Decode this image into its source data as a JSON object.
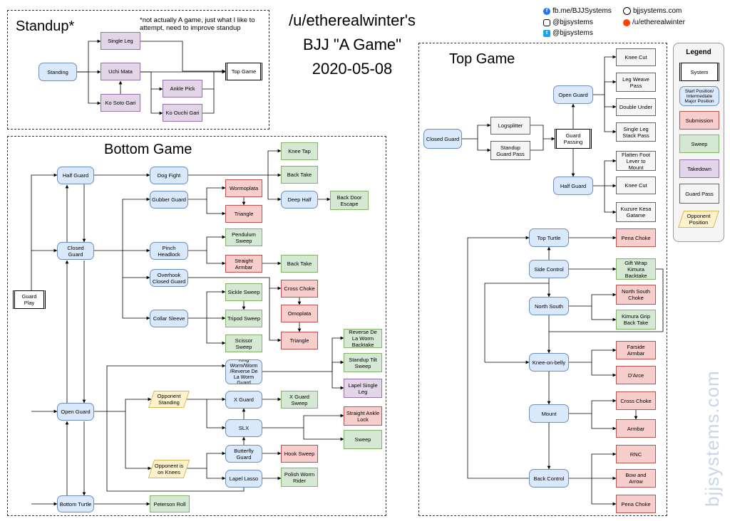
{
  "header": {
    "line1": "/u/etherealwinter's",
    "line2": "BJJ \"A Game\"",
    "line3": "2020-05-08"
  },
  "social": {
    "facebook": "fb.me/BJJSystems",
    "instagram": "@bjjsystems",
    "twitter": "@bjjsystems",
    "website": "bjjsystems.com",
    "reddit": "/u/etherealwinter"
  },
  "watermark": "bjjsystems.com",
  "sections": {
    "standup": "Standup*",
    "standup_note": "*not actually A game, just what I like to attempt, need to improve standup",
    "bottom": "Bottom Game",
    "top": "Top Game"
  },
  "legend": {
    "title": "Legend",
    "items": {
      "system": "System",
      "position": "Start Position/ Intermediate Major Position",
      "submission": "Submission",
      "sweep": "Sweep",
      "takedown": "Takedown",
      "guard_pass": "Guard Pass",
      "opponent": "Opponent Position"
    }
  },
  "nodes": {
    "standing": "Standing",
    "single_leg": "Single Leg",
    "uchi_mata": "Uchi Mata",
    "ko_soto_gari": "Ko Soto Gari",
    "ankle_pick": "Ankle Pick",
    "ko_ouchi_gari": "Ko Ouchi Gari",
    "top_game_sys": "Top Game",
    "guard_play": "Guard Play",
    "half_guard": "Half Guard",
    "closed_guard": "Closed Guard",
    "open_guard": "Open Guard",
    "bottom_turtle": "Bottom Turtle",
    "dog_fight": "Dog Fight",
    "knee_tap": "Knee Tap",
    "back_take": "Back Take",
    "deep_half": "Deep Half",
    "back_door_escape": "Back Door Escape",
    "gubber_guard": "Gubber Guard",
    "wormoplata": "Wormoplata",
    "triangle_1": "Triangle",
    "pinch_headlock": "Pinch Headlock",
    "pendulum_sweep": "Pendulum Sweep",
    "straight_armbar": "Straight Armbar",
    "back_take_2": "Back Take",
    "overhook_closed_guard": "Overhook Closed Guard",
    "cross_choke": "Cross Choke",
    "collar_sleeve": "Collar Sleeve",
    "sickle_sweep": "Sickle Sweep",
    "tripod_sweep": "Tripod Sweep",
    "scissor_sweep": "Scissor Sweep",
    "omoplata": "Omoplata",
    "triangle_2": "Triangle",
    "ring_worm": "Ring Worm/Worm /Reverse De La Worm Guard",
    "reverse_dlw_backtake": "Reverse De La Worm Backtake",
    "standup_tilt_sweep": "Standup Tilt Sweep",
    "lapel_single_leg": "Lapel Single Leg",
    "opponent_standing": "Opponent Standing",
    "x_guard": "X Guard",
    "x_guard_sweep": "X Guard Sweep",
    "slx": "SLX",
    "straight_ankle_lock": "Straight Ankle Lock",
    "sweep_slx": "Sweep",
    "opponent_knees": "Opponent is on Knees",
    "butterfly_guard": "Butterfly Guard",
    "hook_sweep": "Hook Sweep",
    "lapel_lasso": "Lapel Lasso",
    "polish_worm_rider": "Polish Worm Rider",
    "peterson_roll": "Peterson Roll",
    "closed_guard_top": "Closed Guard",
    "logsplitter": "Logsplitter",
    "standup_guard_pass": "Standup Guard Pass",
    "guard_passing": "Guard Passing",
    "open_guard_top": "Open Guard",
    "knee_cut_1": "Knee Cut",
    "leg_weave_pass": "Leg Weave Pass",
    "double_under": "Double Under",
    "single_leg_stack_pass": "Single Leg Stack Pass",
    "half_guard_top": "Half Guard",
    "flatten_foot": "Flatten Foot Lever to Mount",
    "knee_cut_2": "Knee Cut",
    "kuzure_kesa_gatame": "Kuzure Kesa Gatame",
    "top_turtle": "Top Turtle",
    "pena_choke_1": "Pena Choke",
    "side_control": "Side Control",
    "gift_wrap": "Gift Wrap Kimura Backtake",
    "north_south": "North South",
    "north_south_choke": "North South Choke",
    "kimura_grip": "Kimura Grip Back Take",
    "knee_on_belly": "Knee-on-belly",
    "farside_armbar": "Farside Armbar",
    "darce": "D'Arce",
    "mount": "Mount",
    "cross_choke_top": "Cross Choke",
    "armbar": "Armbar",
    "back_control": "Back Control",
    "rnc": "RNC",
    "bow_and_arrow": "Bow and Arrow",
    "pena_choke_2": "Pena Choke"
  }
}
